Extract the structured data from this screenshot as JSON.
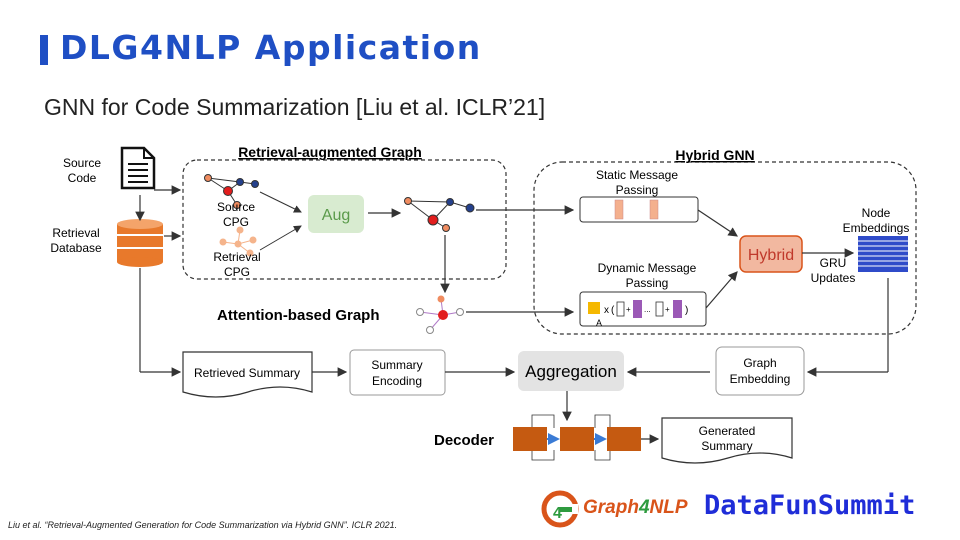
{
  "header": {
    "title": "DLG4NLP Application",
    "subtitle": "GNN for Code Summarization [Liu et al. ICLR’21]"
  },
  "diagram": {
    "source_code": [
      "Source",
      "Code"
    ],
    "retrieval_database": [
      "Retrieval",
      "Database"
    ],
    "retrieval_augmented_graph": "Retrieval-augmented Graph",
    "source_cpg": [
      "Source",
      "CPG"
    ],
    "retrieval_cpg": [
      "Retrieval",
      "CPG"
    ],
    "aug": "Aug",
    "attention_graph": "Attention-based Graph",
    "hybrid_gnn": "Hybrid GNN",
    "static_mp": [
      "Static Message",
      "Passing"
    ],
    "dynamic_mp": [
      "Dynamic Message",
      "Passing"
    ],
    "formula_x": "x",
    "formula_a": "A",
    "hybrid": "Hybrid",
    "gru_updates": [
      "GRU",
      "Updates"
    ],
    "node_embeddings": [
      "Node",
      "Embeddings"
    ],
    "retrieved_summary": "Retrieved  Summary",
    "summary_encoding": [
      "Summary",
      "Encoding"
    ],
    "aggregation": "Aggregation",
    "graph_embedding": [
      "Graph",
      "Embedding"
    ],
    "decoder": "Decoder",
    "generated_summary": [
      "Generated",
      "Summary"
    ]
  },
  "colors": {
    "title_blue": "#1f4fc4",
    "hybrid_fill": "#f2b8a0",
    "hybrid_border": "#d9541a",
    "aug_fill": "#d8ebd0",
    "decoder_block": "#c55a11",
    "node_embed": "#2f4bc9",
    "graph_red": "#e21d1d",
    "graph_blue": "#24408c",
    "graph_orange": "#f08c60"
  },
  "footer": {
    "citation": "Liu et al. “Retrieval-Augmented Generation for Code Summarization via Hybrid GNN”. ICLR 2021.",
    "logo_graph": "Graph",
    "logo_4": "4",
    "logo_nlp": "NLP",
    "summit": "DataFunSummit"
  }
}
